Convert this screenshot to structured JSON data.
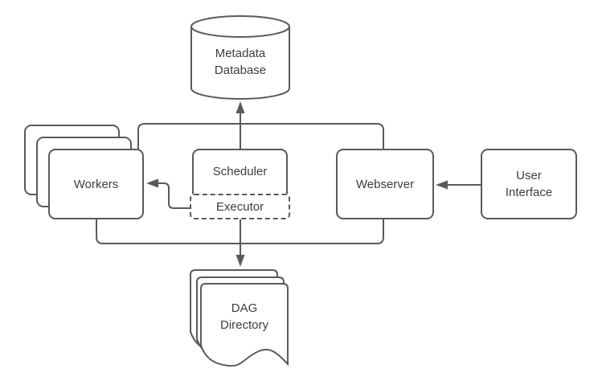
{
  "diagram": {
    "name": "workflow-architecture-diagram",
    "background": "#ffffff",
    "stroke_color": "#5a5a5a",
    "text_color": "#3d3d3d",
    "nodes": {
      "metadata_database": {
        "label": "Metadata\nDatabase",
        "shape": "cylinder"
      },
      "workers": {
        "label": "Workers",
        "shape": "stacked-rounded-rectangles",
        "stack_count": 3
      },
      "scheduler": {
        "label": "Scheduler",
        "shape": "rounded-rectangle"
      },
      "executor": {
        "label": "Executor",
        "shape": "dashed-rounded-rectangle",
        "contained_in": "scheduler"
      },
      "webserver": {
        "label": "Webserver",
        "shape": "rounded-rectangle"
      },
      "user_interface": {
        "label": "User\nInterface",
        "shape": "rounded-rectangle"
      },
      "dag_directory": {
        "label": "DAG\nDirectory",
        "shape": "stacked-documents",
        "stack_count": 3
      }
    },
    "edges": [
      {
        "id": "bus-top",
        "connects": [
          "workers",
          "scheduler",
          "webserver"
        ],
        "type": "shared-bus-line",
        "arrow": false
      },
      {
        "id": "bus-to-metadata-database",
        "from": "bus-top",
        "to": "metadata_database",
        "arrow": true
      },
      {
        "id": "executor-to-workers",
        "from": "executor",
        "to": "workers",
        "arrow": true
      },
      {
        "id": "user-interface-to-webserver",
        "from": "user_interface",
        "to": "webserver",
        "arrow": true
      },
      {
        "id": "bus-bottom",
        "connects": [
          "workers",
          "executor",
          "webserver"
        ],
        "type": "shared-bus-line",
        "arrow": false
      },
      {
        "id": "bus-to-dag-directory",
        "from": "bus-bottom",
        "to": "dag_directory",
        "arrow": true
      }
    ]
  }
}
